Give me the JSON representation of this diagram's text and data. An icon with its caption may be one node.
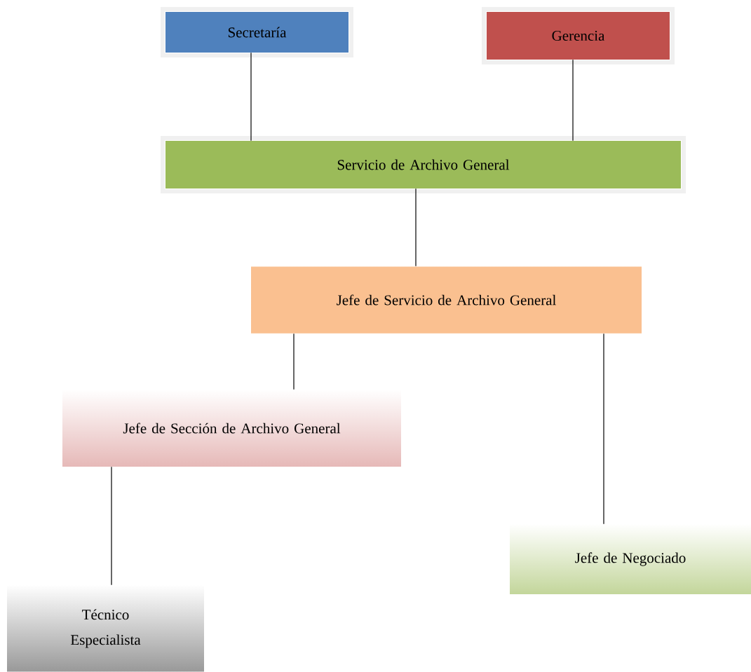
{
  "diagram": {
    "nodes": [
      {
        "text": [
          "Secretaría"
        ]
      },
      {
        "text": [
          "Gerencia"
        ]
      },
      {
        "text": [
          "Servicio de Archivo General"
        ]
      },
      {
        "text": [
          "Jefe de Servicio de Archivo General"
        ]
      },
      {
        "text": [
          "Jefe de Sección de Archivo General"
        ]
      },
      {
        "text": [
          "Jefe de Negociado"
        ]
      },
      {
        "text": [
          "Técnico Especialista"
        ]
      }
    ],
    "edges": [
      {
        "from": 0,
        "to": 2,
        "arrow": "none"
      },
      {
        "from": 1,
        "to": 2,
        "arrow": "none"
      },
      {
        "from": 2,
        "to": 3,
        "arrow": "none"
      },
      {
        "from": 3,
        "to": 4,
        "arrow": "none"
      },
      {
        "from": 3,
        "to": 5,
        "arrow": "none"
      },
      {
        "from": 4,
        "to": 6,
        "arrow": "none"
      }
    ]
  }
}
